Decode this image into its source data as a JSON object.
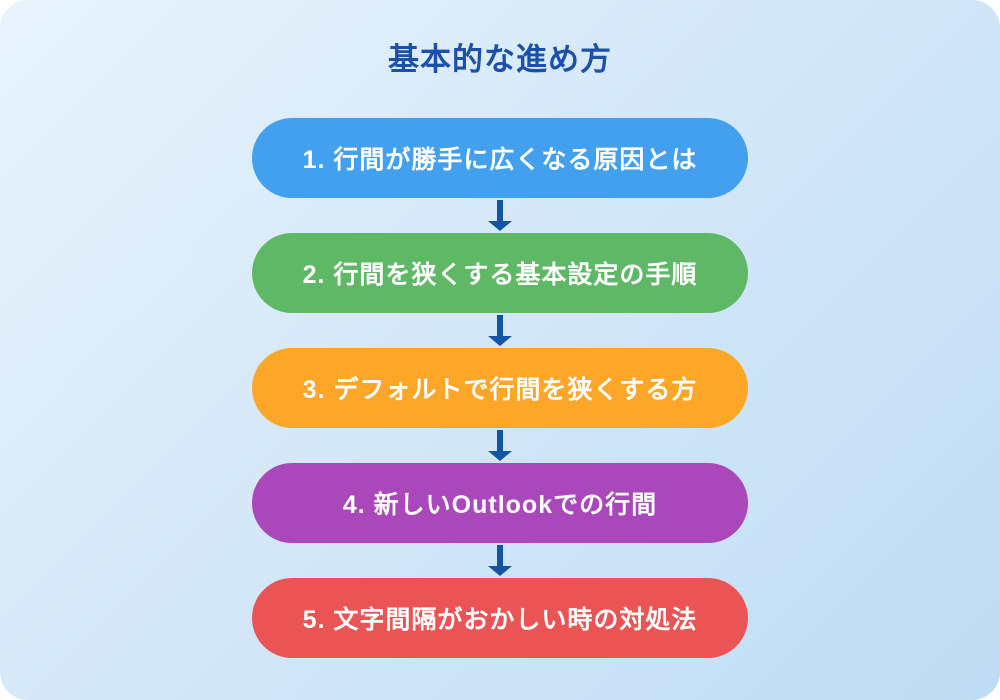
{
  "page": {
    "title": "基本的な進め方",
    "colors": {
      "background_start": "#e8f3fc",
      "background_end": "#bedcf4",
      "title_text": "#1b51ab",
      "arrow": "#1454a4",
      "step_text": "#ffffff"
    }
  },
  "flow": {
    "steps": [
      {
        "label": "1. 行間が勝手に広くなる原因とは",
        "color": "#42a0ee"
      },
      {
        "label": "2. 行間を狭くする基本設定の手順",
        "color": "#5fb866"
      },
      {
        "label": "3. デフォルトで行間を狭くする方",
        "color": "#fda627"
      },
      {
        "label": "4. 新しいOutlookでの行間",
        "color": "#a947bb"
      },
      {
        "label": "5. 文字間隔がおかしい時の対処法",
        "color": "#ea5455"
      }
    ]
  }
}
